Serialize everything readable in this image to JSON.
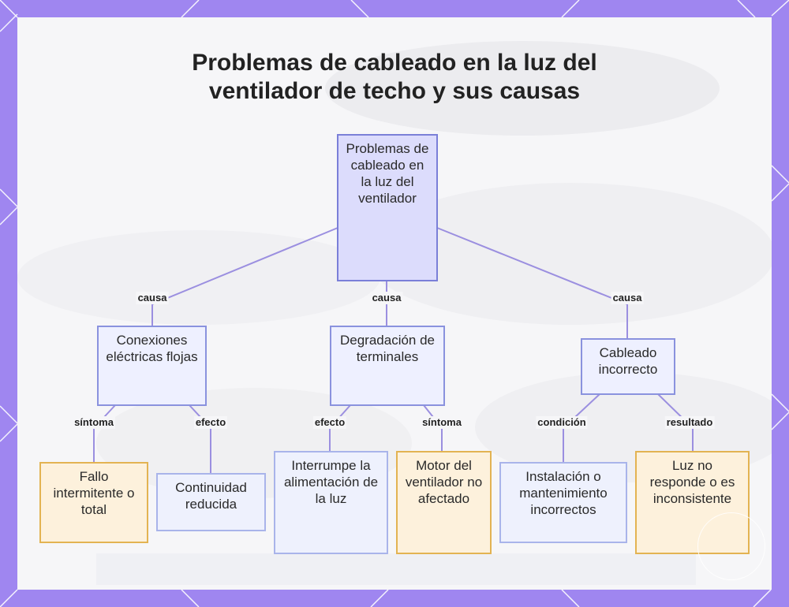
{
  "title": {
    "line1": "Problemas de cableado en la luz del",
    "line2": "ventilador de techo y sus causas"
  },
  "nodes": {
    "root": "Problemas de cableado en la luz del ventilador",
    "conexiones": "Conexiones eléctricas flojas",
    "degradacion": "Degradación de terminales",
    "cableado": "Cableado incorrecto",
    "fallo": "Fallo intermitente o total",
    "continuidad": "Continuidad reducida",
    "interrumpe": "Interrumpe la alimentación de la luz",
    "motor": "Motor del ventilador no afectado",
    "instalacion": "Instalación o mantenimiento incorrectos",
    "luz_no": "Luz no responde o es inconsistente"
  },
  "edges": {
    "causa_left": "causa",
    "causa_mid": "causa",
    "causa_right": "causa",
    "sintoma_1": "síntoma",
    "efecto_1": "efecto",
    "efecto_2": "efecto",
    "sintoma_2": "síntoma",
    "condicion": "condición",
    "resultado": "resultado"
  },
  "colors": {
    "frame": "#9f86f0",
    "edge": "#9b8fe0",
    "root_fill": "#dcdcfc",
    "amber_border": "#e3b352"
  }
}
